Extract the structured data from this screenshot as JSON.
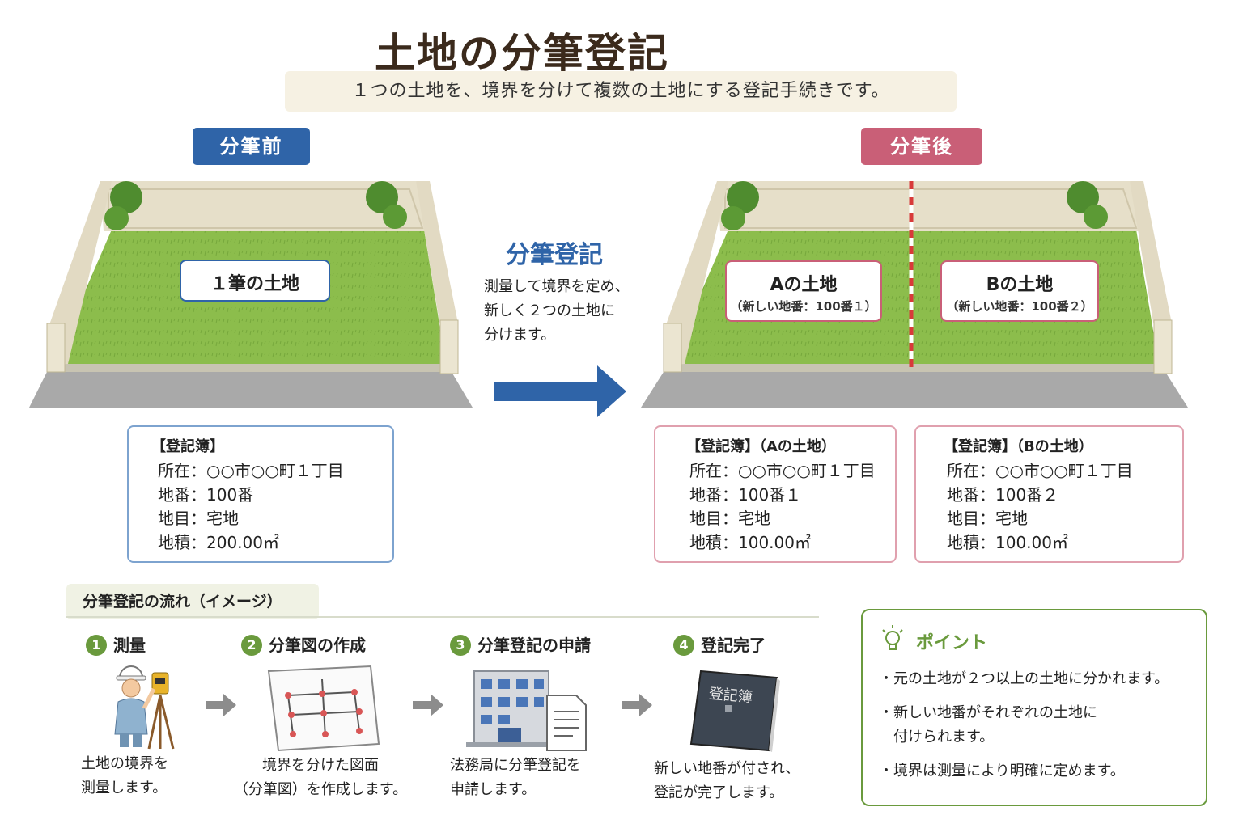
{
  "title": "土地の分筆登記",
  "subtitle": "１つの土地を、境界を分けて複数の土地にする登記手続きです。",
  "before": {
    "tag": "分筆前",
    "lot_label": "１筆の土地",
    "register": {
      "heading": "【登記簿】",
      "rows": [
        "所在：○○市○○町１丁目",
        "地番：100番",
        "地目：宅地",
        "地積：200.00㎡"
      ]
    }
  },
  "middle": {
    "title": "分筆登記",
    "desc": [
      "測量して境界を定め、",
      "新しく２つの土地に",
      "分けます。"
    ]
  },
  "after": {
    "tag": "分筆後",
    "lot_a": {
      "main": "Aの土地",
      "sub": "（新しい地番：100番１）"
    },
    "lot_b": {
      "main": "Bの土地",
      "sub": "（新しい地番：100番２）"
    },
    "register_a": {
      "heading": "【登記簿】（Aの土地）",
      "rows": [
        "所在：○○市○○町１丁目",
        "地番：100番１",
        "地目：宅地",
        "地積：100.00㎡"
      ]
    },
    "register_b": {
      "heading": "【登記簿】（Bの土地）",
      "rows": [
        "所在：○○市○○町１丁目",
        "地番：100番２",
        "地目：宅地",
        "地積：100.00㎡"
      ]
    }
  },
  "flow": {
    "heading": "分筆登記の流れ（イメージ）",
    "steps": [
      {
        "num": "1",
        "title": "測量",
        "desc": [
          "土地の境界を",
          "測量します。"
        ]
      },
      {
        "num": "2",
        "title": "分筆図の作成",
        "desc": [
          "境界を分けた図面",
          "（分筆図）を作成します。"
        ]
      },
      {
        "num": "3",
        "title": "分筆登記の申請",
        "desc": [
          "法務局に分筆登記を",
          "申請します。"
        ]
      },
      {
        "num": "4",
        "title": "登記完了",
        "desc": [
          "新しい地番が付され、",
          "登記が完了します。"
        ]
      }
    ],
    "book_label": "登記簿"
  },
  "point": {
    "title": "ポイント",
    "items": [
      [
        "・元の土地が２つ以上の土地に分かれます。"
      ],
      [
        "・新しい地番がそれぞれの土地に",
        "　付けられます。"
      ],
      [
        "・境界は測量により明確に定めます。"
      ]
    ]
  },
  "colors": {
    "before_accent": "#2f64a8",
    "after_accent": "#c95f77",
    "point_green": "#6a9a3d",
    "grass": "#8dbf4e"
  }
}
